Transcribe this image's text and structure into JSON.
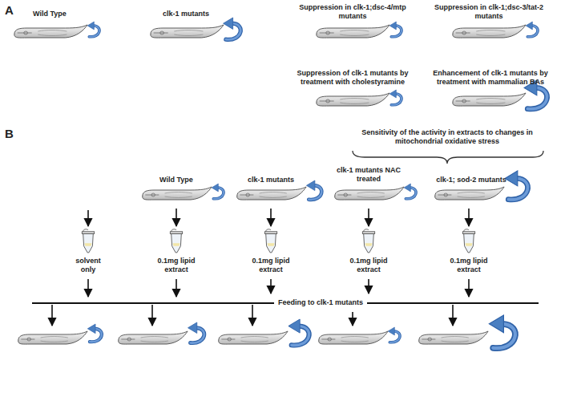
{
  "diagram": {
    "labels": [
      "A",
      "Wild Type",
      "clk-1 mutants",
      "Suppression in clk-1;dsc-4/mtp mutants",
      "Suppression in clk-1;dsc-3/tat-2 mutants",
      "Suppression of clk-1 mutants by treatment with cholestyramine",
      "Enhancement of clk-1 mutants by treatment with mammalian BAs",
      "B",
      "Sensitivity of the activity in extracts to changes in mitochondrial oxidative stress",
      "Wild Type",
      "clk-1 mutants",
      "clk-1 mutants NAC treated",
      "clk-1; sod-2 mutants",
      "solvent only",
      "0.1mg lipid extract",
      "0.1mg lipid extract",
      "0.1mg lipid extract",
      "0.1mg lipid extract",
      "Feeding to clk-1 mutants"
    ]
  }
}
